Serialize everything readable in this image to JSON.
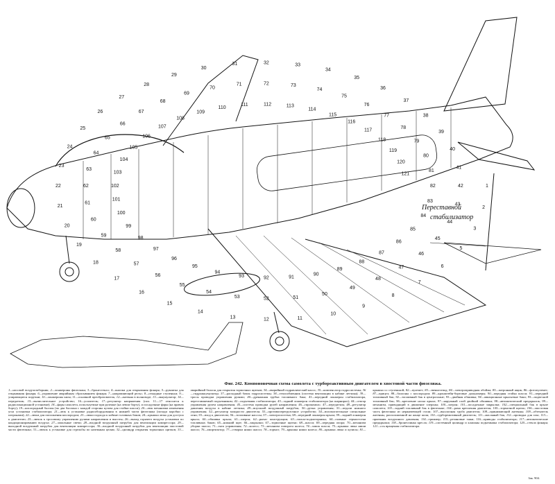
{
  "figure": {
    "caption": "Фиг. 242. Компоновочная схема самолета с турбореактивным двигателем в хвостовой части фюзеляжа.",
    "stabilizer_label": "Переставной стабилизатор",
    "footnote": "Зак. 904."
  },
  "callouts": [
    "1",
    "2",
    "3",
    "5",
    "6",
    "7",
    "8",
    "9",
    "10",
    "11",
    "12",
    "13",
    "14",
    "15",
    "16",
    "17",
    "18",
    "19",
    "20",
    "21",
    "22",
    "23",
    "24",
    "25",
    "26",
    "27",
    "28",
    "29",
    "30",
    "31",
    "32",
    "33",
    "34",
    "35",
    "36",
    "37",
    "38",
    "39",
    "40",
    "41",
    "42",
    "43",
    "44",
    "45",
    "46",
    "47",
    "48",
    "49",
    "50",
    "51",
    "52",
    "53",
    "54",
    "55",
    "56",
    "57",
    "58",
    "59",
    "60",
    "61",
    "62",
    "63",
    "64",
    "65",
    "66",
    "67",
    "68",
    "69",
    "70",
    "71",
    "72",
    "73",
    "74",
    "75",
    "76",
    "77",
    "78",
    "79",
    "80",
    "81",
    "82",
    "83",
    "84",
    "85",
    "86",
    "87",
    "88",
    "89",
    "90",
    "91",
    "92",
    "93",
    "94",
    "95",
    "96",
    "97",
    "98",
    "99",
    "100",
    "101",
    "102",
    "103",
    "104",
    "105",
    "106",
    "107",
    "108",
    "109",
    "110",
    "111",
    "112",
    "113",
    "114",
    "115",
    "116",
    "117",
    "118",
    "119",
    "120",
    "121"
  ],
  "legend": [
    {
      "num": "1",
      "text": "носовой воздухозаборник;"
    },
    {
      "num": "2",
      "text": "лонжероны фюзеляжа;"
    },
    {
      "num": "3",
      "text": "бронестекло;"
    },
    {
      "num": "4",
      "text": "кнопки для открывания фонаря;"
    },
    {
      "num": "5",
      "text": "рукоятка для открывания фонаря;"
    },
    {
      "num": "6",
      "text": "управление аварийным сбрасыванием фонаря;"
    },
    {
      "num": "7",
      "text": "направляющий рельс;"
    },
    {
      "num": "8",
      "text": "откидные ступеньки;"
    },
    {
      "num": "9",
      "text": "упирающиеся поручни;"
    },
    {
      "num": "10",
      "text": "лонжероны киля;"
    },
    {
      "num": "11",
      "text": "основной преобразователь;"
    },
    {
      "num": "12",
      "text": "антенна в волноводе;"
    },
    {
      "num": "13",
      "text": "аккумулятор;"
    },
    {
      "num": "14",
      "text": "передатчик;"
    },
    {
      "num": "15",
      "text": "вычислительное устройство;"
    },
    {
      "num": "16",
      "text": "усилитель;"
    },
    {
      "num": "17",
      "text": "регулятор напряжения (пол. 11—17 относятся к радиолокационной установке);"
    },
    {
      "num": "18",
      "text": "фары самолета, используемые при рулежке (на левом борту), и посадочные фары (на правом борту);"
    },
    {
      "num": "19",
      "text": "кислородный баллон (по два баллона с каждой стороны кузова для стойки шасси);"
    },
    {
      "num": "20",
      "text": "люк механизма изменения угла установки стабилизатора;"
    },
    {
      "num": "21",
      "text": "люк к установке радиооборудования в нижней части фюзеляжа (позади коробки с патронами);"
    },
    {
      "num": "22",
      "text": "люки для пополнения кислородом;"
    },
    {
      "num": "23",
      "text": "люки подхода к кабине головных баков;"
    },
    {
      "num": "24",
      "text": "крышка люка для доступа к двигателю;"
    },
    {
      "num": "25",
      "text": "лючок к тросовому управлению рулями направления и высоты;"
    },
    {
      "num": "26",
      "text": "выход горячего воздуха установки по кондиционированию воздуха;"
    },
    {
      "num": "27",
      "text": "запальные свечи;"
    },
    {
      "num": "28",
      "text": "входной воздушный патрубок для вентиляции компрессора;"
    },
    {
      "num": "29",
      "text": "выходной воздушный патрубок для вентиляции компрессора;"
    },
    {
      "num": "30",
      "text": "входной воздушный патрубок для вентиляции хвостовой части фюзеляжа;"
    },
    {
      "num": "31",
      "text": "лючок к установке для стрельбы по наземным целям;"
    },
    {
      "num": "32",
      "text": "цилиндр открытия тормозных щитков;"
    },
    {
      "num": "33",
      "text": "аварийный баллон для открытия тормозных щитков;"
    },
    {
      "num": "34",
      "text": "аварийный гидравлический насос;"
    },
    {
      "num": "35",
      "text": "компенсатор гидросистемы;"
    },
    {
      "num": "36",
      "text": "гидроаккумулятор;"
    },
    {
      "num": "37",
      "text": "расходный бачок гидросистемы;"
    },
    {
      "num": "38",
      "text": "теплообменник (система вентиляции в кабине летчика);"
    },
    {
      "num": "39",
      "text": "тросы проводки управления рулями;"
    },
    {
      "num": "40",
      "text": "дренажная трубка топливного бака;"
    },
    {
      "num": "41",
      "text": "передний лонжерон стабилизатора, переставляемый подъемником;"
    },
    {
      "num": "42",
      "text": "подъемник стабилизатора;"
    },
    {
      "num": "43",
      "text": "задний лонжерон стабилизатора (на шарнирах);"
    },
    {
      "num": "44",
      "text": "сектор управления рулем направления;"
    },
    {
      "num": "45",
      "text": "система проводки рулей направления;"
    },
    {
      "num": "46",
      "text": "гирокомпас;"
    },
    {
      "num": "47",
      "text": "передатчик;"
    },
    {
      "num": "48",
      "text": "регулятор давления воздуха в кабине летчика;"
    },
    {
      "num": "49",
      "text": "впускной воздушный патрубок;"
    },
    {
      "num": "50",
      "text": "ручка управления;"
    },
    {
      "num": "51",
      "text": "педали ножного управления;"
    },
    {
      "num": "52",
      "text": "регулятор мощности двигателя;"
    },
    {
      "num": "53",
      "text": "противоперегрузочное устройство;"
    },
    {
      "num": "54",
      "text": "вспомогательные сигнальные огни;"
    },
    {
      "num": "55",
      "text": "вход к двигателю;"
    },
    {
      "num": "56",
      "text": "топливные насосы;"
    },
    {
      "num": "57",
      "text": "электросистема;"
    },
    {
      "num": "58",
      "text": "передний лонжерон крыла;"
    },
    {
      "num": "59",
      "text": "задний лонжерон крыла;"
    },
    {
      "num": "60",
      "text": "обшивка крыла;"
    },
    {
      "num": "61",
      "text": "элерон;"
    },
    {
      "num": "62",
      "text": "рычаг конструкции;"
    },
    {
      "num": "63",
      "text": "гильза-подмоторника;"
    },
    {
      "num": "64",
      "text": "главные гермоотсеки топливных баков;"
    },
    {
      "num": "65",
      "text": "нижний щит;"
    },
    {
      "num": "66",
      "text": "закрылки;"
    },
    {
      "num": "67",
      "text": "тормозные щитки;"
    },
    {
      "num": "68",
      "text": "шасси;"
    },
    {
      "num": "69",
      "text": "передняя опора;"
    },
    {
      "num": "70",
      "text": "механизм уборки шасси;"
    },
    {
      "num": "71",
      "text": "тяги управления;"
    },
    {
      "num": "72",
      "text": "колесо;"
    },
    {
      "num": "73",
      "text": "механизм поворота колеса;"
    },
    {
      "num": "74",
      "text": "замок шасси;"
    },
    {
      "num": "75",
      "text": "крышка люка ниши шасси;"
    },
    {
      "num": "76",
      "text": "амортизатор;"
    },
    {
      "num": "77",
      "text": "створки ниши шасси;"
    },
    {
      "num": "78",
      "text": "тормоз;"
    },
    {
      "num": "79",
      "text": "крышка ниши колеса;"
    },
    {
      "num": "80",
      "text": "крышка люка и кулисы;"
    },
    {
      "num": "81",
      "text": "крышка со ступенькой;"
    },
    {
      "num": "82",
      "text": "пулемет;"
    },
    {
      "num": "83",
      "text": "звеньеотвод;"
    },
    {
      "num": "84",
      "text": "электроприводная обойма;"
    },
    {
      "num": "85",
      "text": "патронный ящик;"
    },
    {
      "num": "86",
      "text": "фотопулемет;"
    },
    {
      "num": "87",
      "text": "прицел;"
    },
    {
      "num": "88",
      "text": "баллоны с кислородом;"
    },
    {
      "num": "89",
      "text": "кронштейн-бортовые дальномеры;"
    },
    {
      "num": "90",
      "text": "передняя стойка шасси;"
    },
    {
      "num": "91",
      "text": "передний топливный бак;"
    },
    {
      "num": "92",
      "text": "топливный бак в центроплане;"
    },
    {
      "num": "93",
      "text": "двойная обшивка;"
    },
    {
      "num": "94",
      "text": "авиационные крыльевые баки;"
    },
    {
      "num": "95",
      "text": "подвесной топливный бак;"
    },
    {
      "num": "96",
      "text": "крепление носка крыла;"
    },
    {
      "num": "97",
      "text": "наружный слой двойной обшивки;"
    },
    {
      "num": "98",
      "text": "автоматический предкрылок;"
    },
    {
      "num": "99",
      "text": "механизм, приводящий в движение элероны;"
    },
    {
      "num": "100",
      "text": "элерон;"
    },
    {
      "num": "101",
      "text": "посадочные закрылки;"
    },
    {
      "num": "102",
      "text": "специальный бак в крыле самолета;"
    },
    {
      "num": "103",
      "text": "задний топливный бак в фюзеляже;"
    },
    {
      "num": "104",
      "text": "рама крепления двигателя;"
    },
    {
      "num": "105",
      "text": "тормозной щиток;"
    },
    {
      "num": "106",
      "text": "хвостовая часть фюзеляжа из нержавеющей стали;"
    },
    {
      "num": "107",
      "text": "выхлопная труба двигателя;"
    },
    {
      "num": "108",
      "text": "принимающий антенны;"
    },
    {
      "num": "109",
      "text": "обтекатель антенны, расположенной на конце киля;"
    },
    {
      "num": "110",
      "text": "турбореактивный двигатель;"
    },
    {
      "num": "111",
      "text": "масляный бак;"
    },
    {
      "num": "112",
      "text": "проводка для газа;"
    },
    {
      "num": "113",
      "text": "приемник воздушного давления;"
    },
    {
      "num": "114",
      "text": "триммер;"
    },
    {
      "num": "115",
      "text": "резиновые тяжи;"
    },
    {
      "num": "116",
      "text": "приводы стабилизатора;"
    },
    {
      "num": "117",
      "text": "автоматические предкрылки;"
    },
    {
      "num": "118",
      "text": "бронеспинка кресла;"
    },
    {
      "num": "119",
      "text": "системный цилиндр и клапаны подъемника стабилизатора;"
    },
    {
      "num": "120",
      "text": "стекла фонаря;"
    },
    {
      "num": "121",
      "text": "ось вращения стабилизатора."
    }
  ]
}
